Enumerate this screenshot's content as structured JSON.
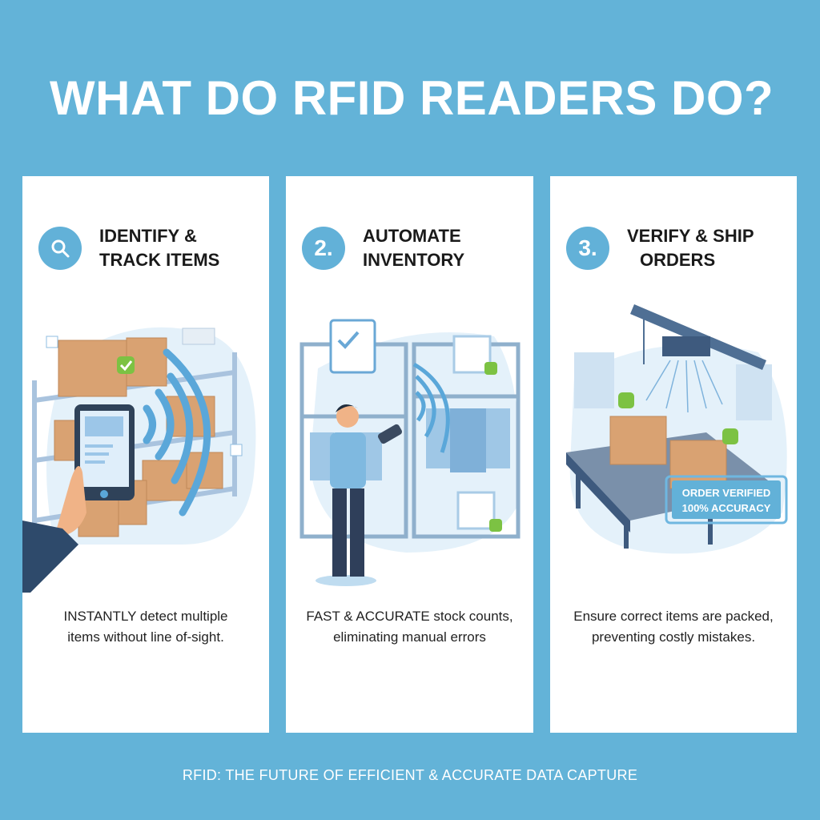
{
  "page": {
    "title": "WHAT DO RFID READERS DO?",
    "footer": "RFID: THE FUTURE OF EFFICIENT & ACCURATE DATA CAPTURE"
  },
  "colors": {
    "background": "#63b3d8",
    "card": "#ffffff",
    "badge": "#62b1d8",
    "check_green": "#7cc243",
    "box_brown": "#d9a272",
    "navy": "#2e4a6b"
  },
  "cards": [
    {
      "badge_icon": "magnifier-icon",
      "badge_text": "",
      "title_line1": "IDENTIFY &",
      "title_line2": "TRACK ITEMS",
      "desc_line1": "INSTANTLY detect multiple",
      "desc_line2": "items without line of-sight.",
      "illustration": "hand holding tablet scanning boxes on warehouse shelf"
    },
    {
      "badge_icon": "",
      "badge_text": "2.",
      "title_line1": "AUTOMATE",
      "title_line2": "INVENTORY",
      "desc_line1": "FAST & ACCURATE stock counts,",
      "desc_line2": "eliminating manual errors",
      "illustration": "worker with handheld scanner reading clothing racks"
    },
    {
      "badge_icon": "",
      "badge_text": "3.",
      "title_line1": "VERIFY & SHIP",
      "title_line2": "ORDERS",
      "desc_line1": "Ensure correct items are packed,",
      "desc_line2": "preventing costly mistakes.",
      "illustration": "overhead reader scanning boxes on conveyor",
      "sign_line1": "ORDER VERIFIED",
      "sign_line2": "100% ACCURACY"
    }
  ]
}
